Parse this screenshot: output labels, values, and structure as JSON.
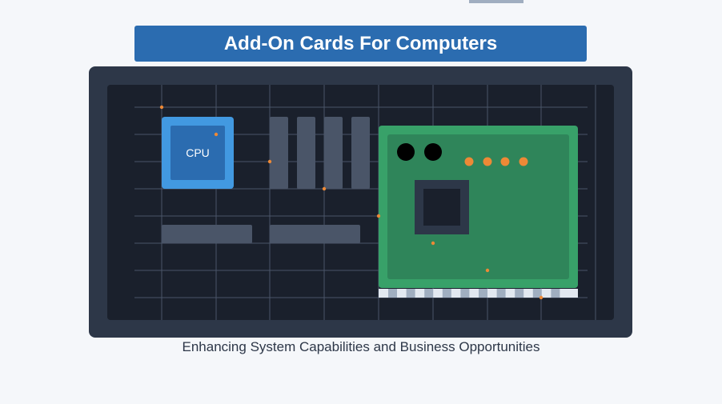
{
  "title": "Add-On Cards For Computers",
  "subtitle": "Enhancing System Capabilities and Business Opportunities",
  "cpu": {
    "label": "CPU"
  },
  "colors": {
    "title_bg": "#2b6cb0",
    "board_outer": "#2d3748",
    "board_inner": "#1a202c",
    "grid_line": "#4a5568",
    "cpu_outer": "#4299e1",
    "cpu_inner": "#2b6cb0",
    "ram_slot": "#4a5568",
    "card_outer": "#38a169",
    "card_inner": "#2f855a",
    "card_chip": "#2d3748",
    "port": "#000000",
    "led": "#ed8936",
    "connector_bg": "#e2e8f0",
    "connector_pin": "#a0aec0",
    "trace_dot": "#ed8936"
  },
  "icons": {
    "card_ports": "port-icon",
    "card_leds": "led-icon",
    "card_chip": "chip-icon"
  }
}
